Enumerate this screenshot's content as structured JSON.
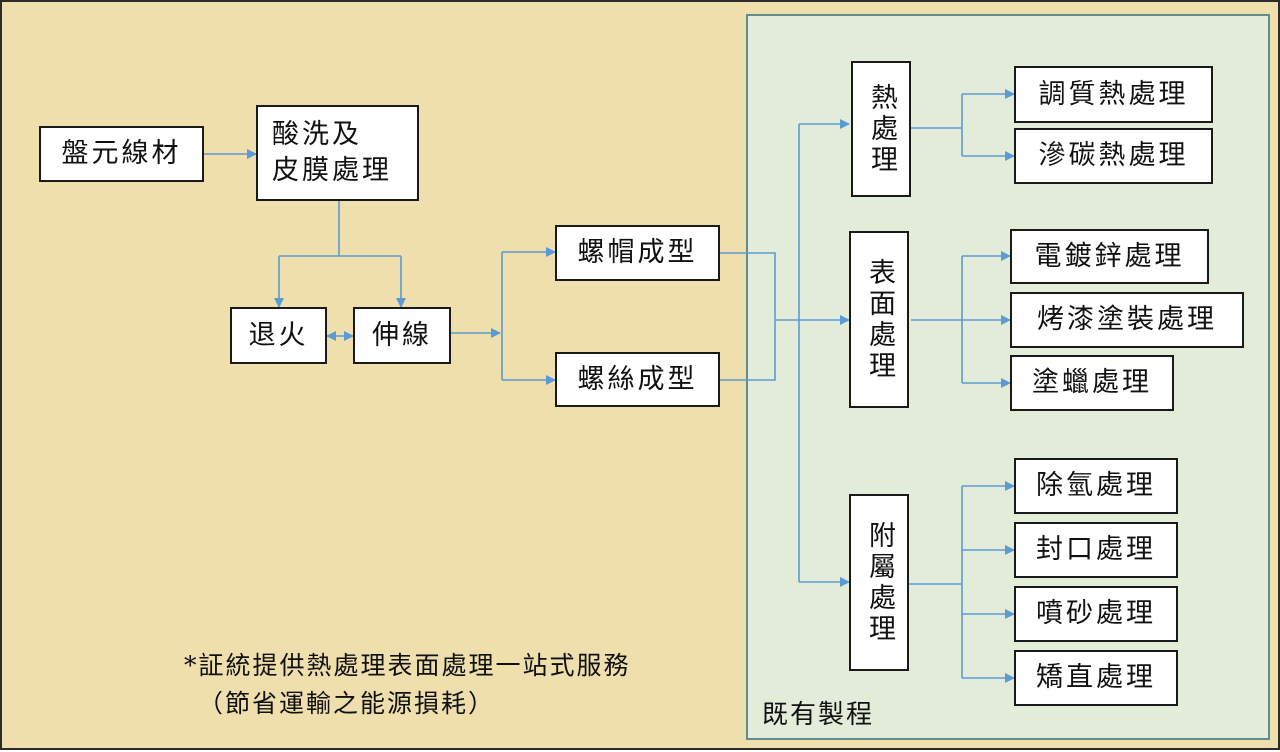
{
  "nodes": {
    "wire_rod": "盤元線材",
    "pickling": "酸洗及\n皮膜處理",
    "annealing": "退火",
    "drawing": "伸線",
    "bolt_forming": "螺帽成型",
    "screw_forming": "螺絲成型",
    "heat_treatment": "熱處理",
    "surface_treatment": "表面處理",
    "auxiliary_treatment": "附屬處理",
    "quench_temper": "調質熱處理",
    "carburizing": "滲碳熱處理",
    "zinc_plating": "電鍍鋅處理",
    "paint_coating": "烤漆塗裝處理",
    "wax_coating": "塗蠟處理",
    "hydrogen_removal": "除氫處理",
    "sealing": "封口處理",
    "sandblasting": "噴砂處理",
    "straightening": "矯直處理"
  },
  "panel_label": "既有製程",
  "note": {
    "line1": "*証統提供熱處理表面處理一站式服務",
    "line2": "（節省運輸之能源損耗）"
  },
  "colors": {
    "background": "#efdfac",
    "panel_fill": "#e2ecd9",
    "panel_border": "#5f8e8e",
    "connector": "#5b9bd5"
  }
}
